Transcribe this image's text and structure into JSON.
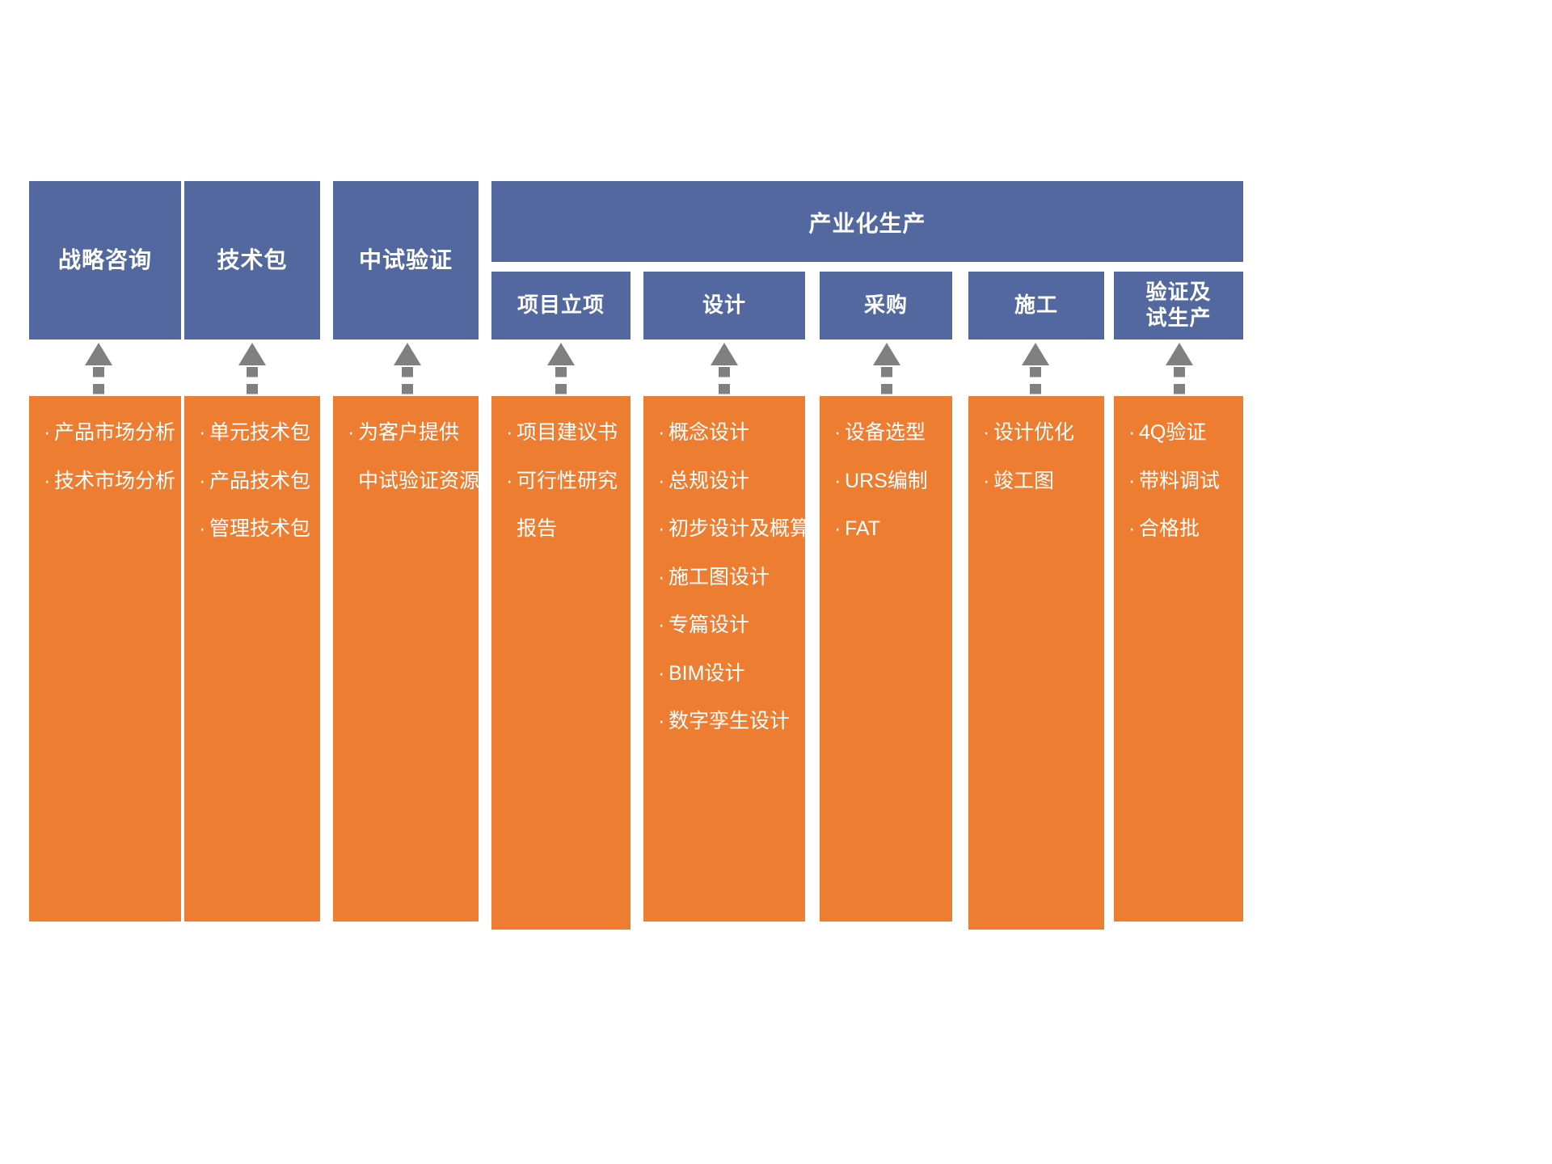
{
  "diagram": {
    "title_banner": {
      "label": "产业化生产"
    },
    "top_stages": [
      {
        "label": "战略咨询",
        "name": "stage-strategy-consulting"
      },
      {
        "label": "技术包",
        "name": "stage-technology-package"
      },
      {
        "label": "中试验证",
        "name": "stage-pilot-verification"
      }
    ],
    "production_substages": [
      {
        "label": "项目立项",
        "name": "substage-project-initiation"
      },
      {
        "label": "设计",
        "name": "substage-design"
      },
      {
        "label": "采购",
        "name": "substage-procurement"
      },
      {
        "label": "施工",
        "name": "substage-construction"
      },
      {
        "label": "验证及\n试生产",
        "label_line1": "验证及",
        "label_line2": "试生产",
        "name": "substage-validation-trial-production"
      }
    ],
    "detail_columns": [
      {
        "name": "details-strategy-consulting",
        "items": [
          {
            "text": "产品市场分析",
            "bullet": true
          },
          {
            "text": "技术市场分析",
            "bullet": true
          }
        ]
      },
      {
        "name": "details-technology-package",
        "items": [
          {
            "text": "单元技术包",
            "bullet": true
          },
          {
            "text": "产品技术包",
            "bullet": true
          },
          {
            "text": "管理技术包",
            "bullet": true
          }
        ]
      },
      {
        "name": "details-pilot-verification",
        "items": [
          {
            "text": "为客户提供",
            "bullet": true
          },
          {
            "text": "中试验证资源",
            "bullet": false
          }
        ]
      },
      {
        "name": "details-project-initiation",
        "items": [
          {
            "text": "项目建议书",
            "bullet": true
          },
          {
            "text": "可行性研究",
            "bullet": true
          },
          {
            "text": "报告",
            "bullet": false
          }
        ]
      },
      {
        "name": "details-design",
        "items": [
          {
            "text": "概念设计",
            "bullet": true
          },
          {
            "text": "总规设计",
            "bullet": true
          },
          {
            "text": "初步设计及概算",
            "bullet": true
          },
          {
            "text": "施工图设计",
            "bullet": true
          },
          {
            "text": "专篇设计",
            "bullet": true
          },
          {
            "text": "BIM设计",
            "bullet": true
          },
          {
            "text": "数字孪生设计",
            "bullet": true
          }
        ]
      },
      {
        "name": "details-procurement",
        "items": [
          {
            "text": "设备选型",
            "bullet": true
          },
          {
            "text": "URS编制",
            "bullet": true
          },
          {
            "text": "FAT",
            "bullet": true
          }
        ]
      },
      {
        "name": "details-construction",
        "items": [
          {
            "text": "设计优化",
            "bullet": true
          },
          {
            "text": "竣工图",
            "bullet": true
          }
        ]
      },
      {
        "name": "details-validation-trial-production",
        "items": [
          {
            "text": "4Q验证",
            "bullet": true
          },
          {
            "text": "带料调试",
            "bullet": true
          },
          {
            "text": "合格批",
            "bullet": true
          }
        ]
      }
    ],
    "colors": {
      "blue": "#52689F",
      "orange": "#ED7D31",
      "arrow_gray": "#808080",
      "text_light": "#FFFFFF",
      "background": "#FFFFFF"
    }
  }
}
